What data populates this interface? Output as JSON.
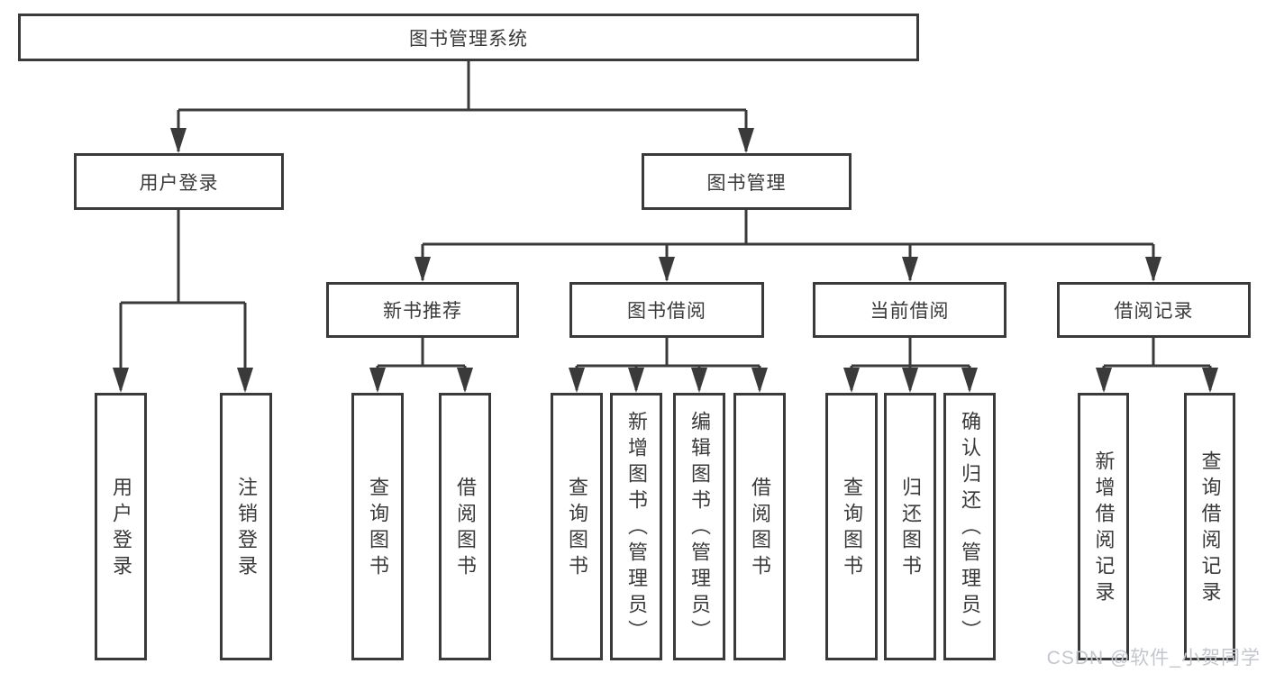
{
  "diagram": {
    "root_label": "图书管理系统",
    "user_login": {
      "label": "用户登录",
      "children": [
        {
          "label": "用户登录"
        },
        {
          "label": "注销登录"
        }
      ]
    },
    "book_mgmt": {
      "label": "图书管理",
      "sections": [
        {
          "label": "新书推荐",
          "children": [
            {
              "label": "查询图书"
            },
            {
              "label": "借阅图书"
            }
          ]
        },
        {
          "label": "图书借阅",
          "children": [
            {
              "label": "查询图书"
            },
            {
              "label": "新增图书（管理员）"
            },
            {
              "label": "编辑图书（管理员）"
            },
            {
              "label": "借阅图书"
            }
          ]
        },
        {
          "label": "当前借阅",
          "children": [
            {
              "label": "查询图书"
            },
            {
              "label": "归还图书"
            },
            {
              "label": "确认归还（管理员）"
            }
          ]
        },
        {
          "label": "借阅记录",
          "children": [
            {
              "label": "新增借阅记录"
            },
            {
              "label": "查询借阅记录"
            }
          ]
        }
      ]
    }
  },
  "watermark": {
    "text": "CSDN @软件_小贺同学"
  },
  "colors": {
    "line": "#3a3a3a",
    "text": "#3a3a3a",
    "box_fill": "#ffffff",
    "watermark": "#c3c6cd"
  }
}
